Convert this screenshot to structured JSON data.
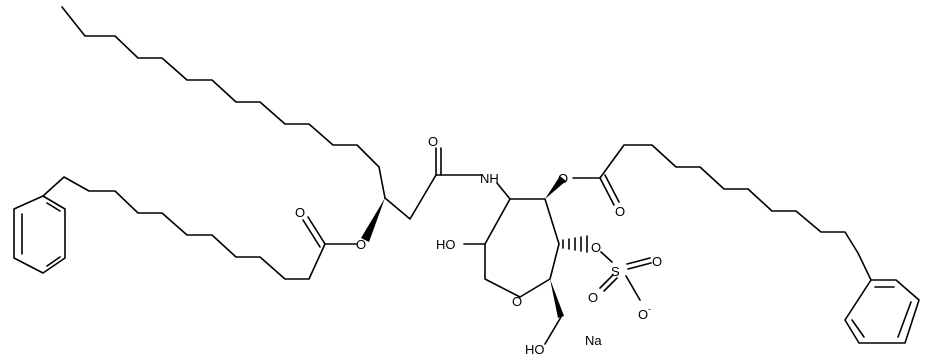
{
  "atom_labels": {
    "nh": "NH",
    "o_amide": "O",
    "o_ester3": "O",
    "o_carbonyl3": "O",
    "o_ester_left": "O",
    "o_carbonyl_left": "O",
    "oh_anomeric": "HO",
    "o_ring": "O",
    "o_sulfate_link": "O",
    "s_sulfur": "S",
    "o_sulfate_top": "O",
    "o_sulfate_bottom": "O",
    "o_sulfate_minus": "O",
    "minus_charge": "-",
    "oh_ch2": "HO",
    "counter_ion": "Na"
  },
  "colors": {
    "ink": "#000000",
    "background": "#ffffff"
  }
}
